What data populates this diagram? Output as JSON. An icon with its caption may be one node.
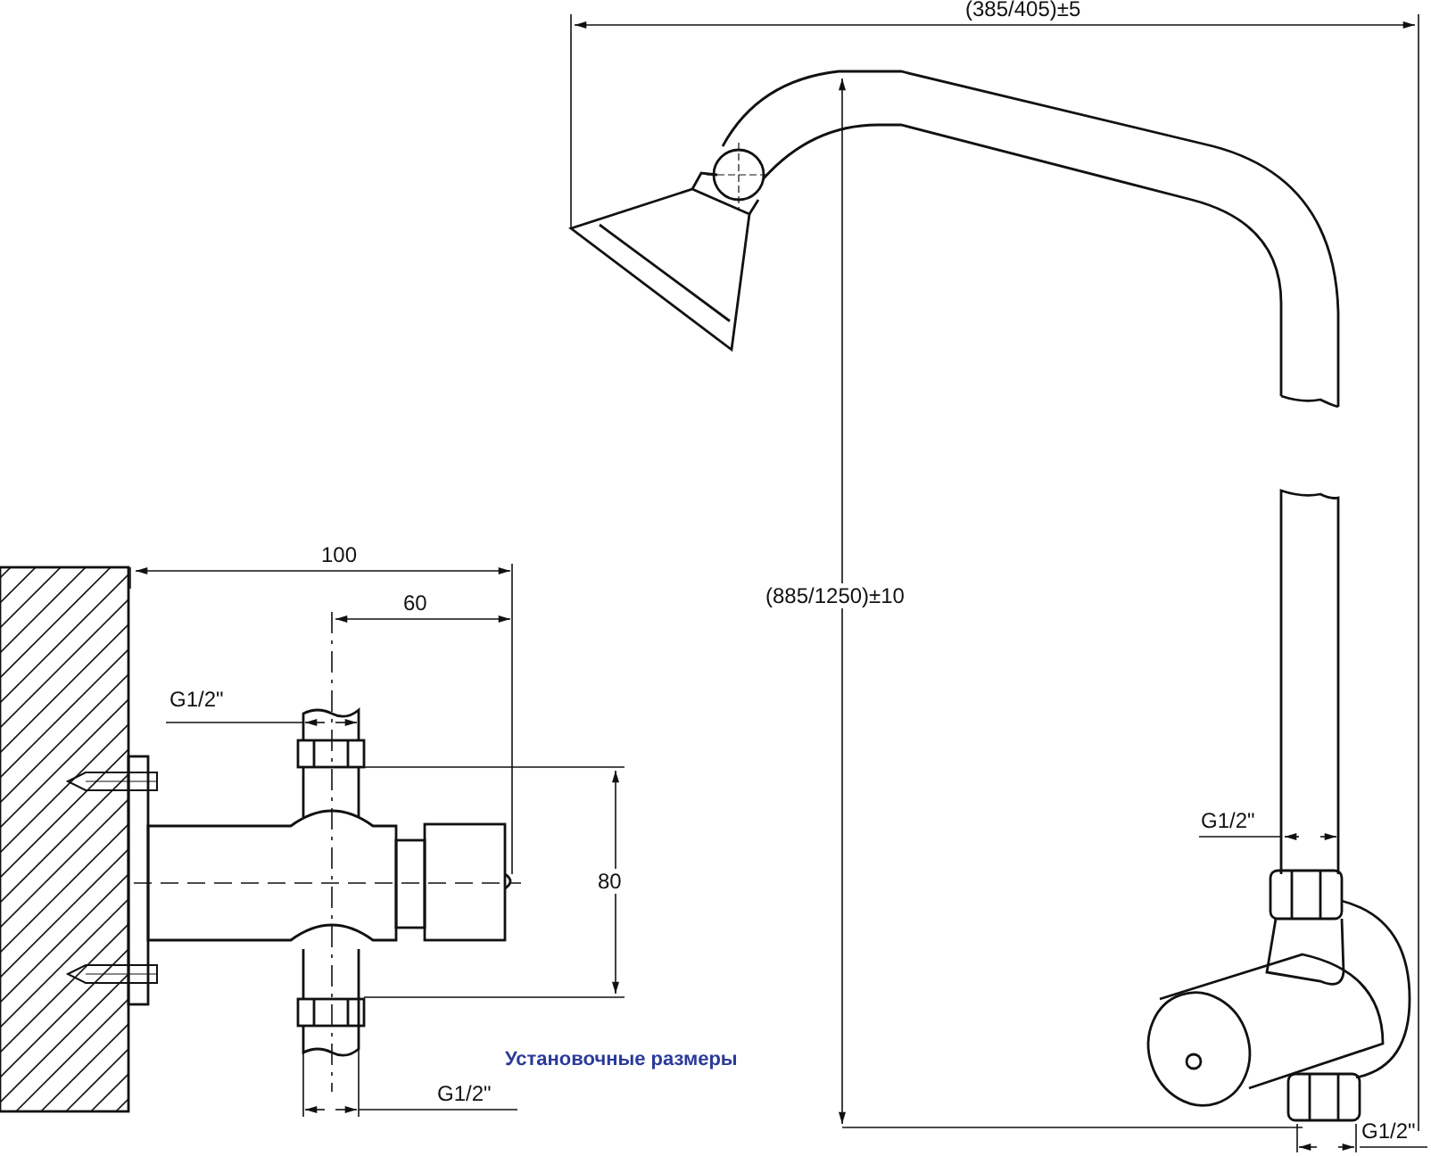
{
  "diagram": {
    "labels": [
      "(385/405)±5",
      "100",
      "(885/1250)±10",
      "60",
      "G1/2\"",
      "G1/2\"",
      "80",
      "Установочные размеры",
      "G1/2\"",
      "G1/2\""
    ]
  }
}
